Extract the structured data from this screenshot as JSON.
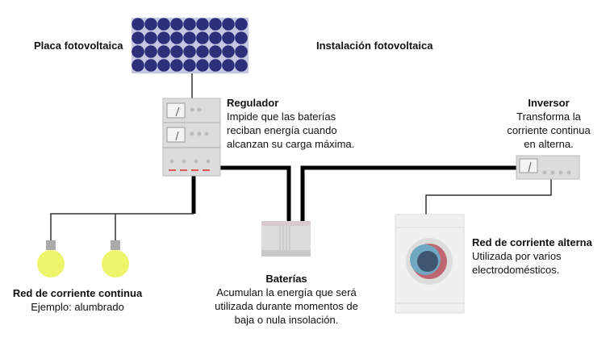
{
  "title": "Instalación fotovoltaica",
  "panel": {
    "label": "Placa fotovoltaica"
  },
  "regulator": {
    "title": "Regulador",
    "desc": [
      "Impide que las baterías",
      "reciban energía cuando",
      "alcanzan su carga máxima."
    ]
  },
  "inverter": {
    "title": "Inversor",
    "desc": [
      "Transforma la",
      "corriente continua",
      "en alterna."
    ]
  },
  "batteries": {
    "title": "Baterías",
    "desc": [
      "Acumulan la energía que será",
      "utilizada durante momentos de",
      "baja o nula insolación."
    ]
  },
  "dc": {
    "title": "Red de corriente continua",
    "desc": "Ejemplo: alumbrado"
  },
  "ac": {
    "title": "Red de corriente alterna",
    "desc": [
      "Utilizada por varios",
      "electrodomésticos."
    ]
  },
  "colors": {
    "panel": "#2e2f7a",
    "device": "#dcdcdc",
    "bulb": "#eef56a",
    "wire": "#000000"
  }
}
